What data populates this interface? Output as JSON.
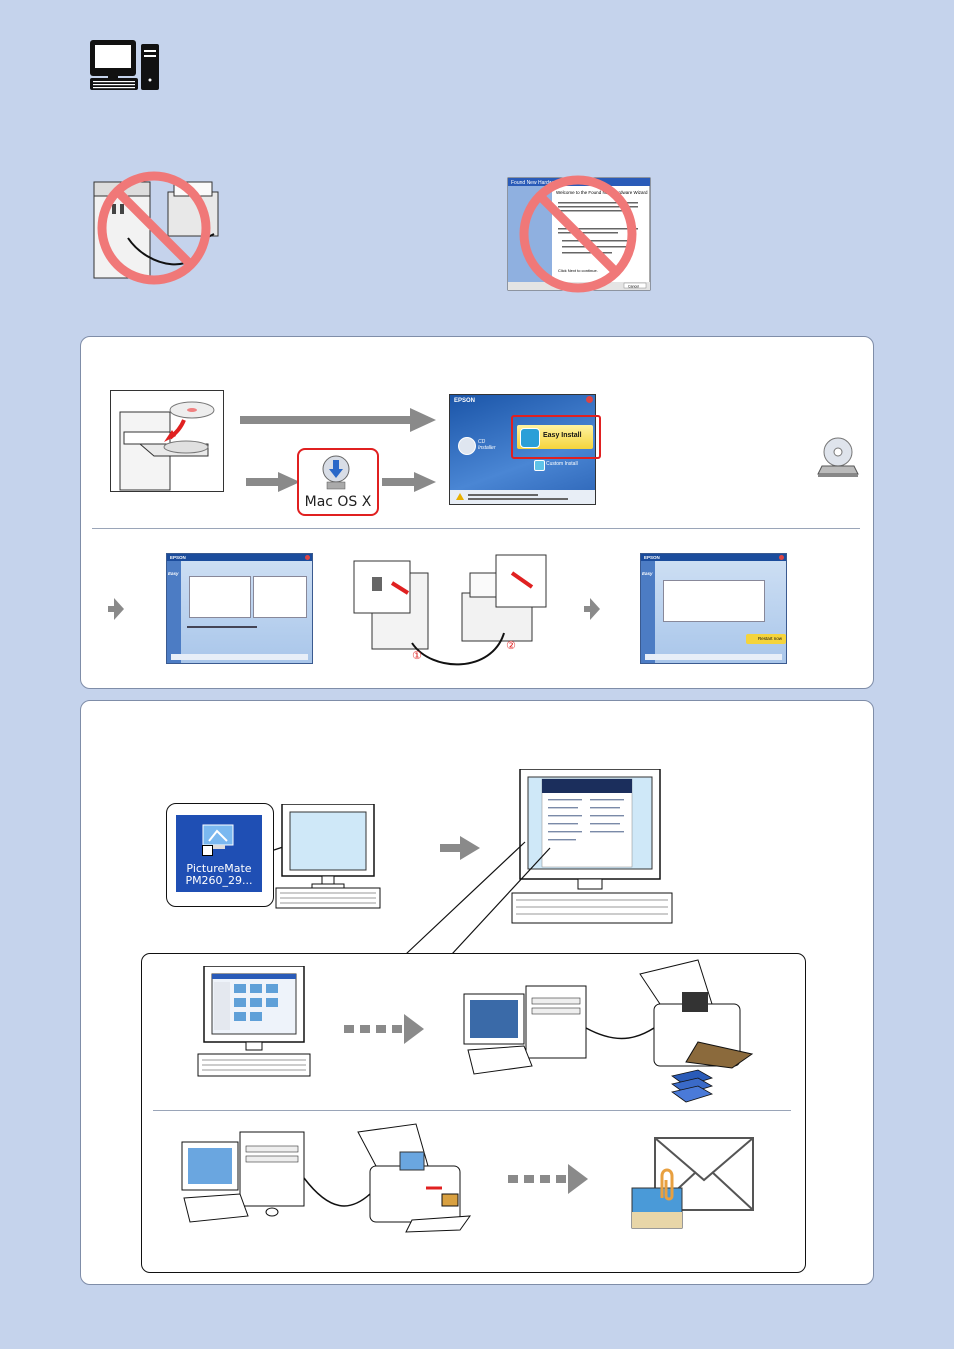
{
  "install_window": {
    "brand": "EPSON",
    "easy_install": "Easy Install",
    "custom_install": "Custom Install",
    "cd_label": "CD Installer"
  },
  "mac_badge": {
    "label": "Mac OS X"
  },
  "wizard": {
    "title_bar": "Found New Hardware Wizard",
    "heading": "Welcome to the Found New Hardware Wizard",
    "next_hint": "Click Next to continue.",
    "cancel": "Cancel"
  },
  "connect_screen": {
    "brand": "EPSON",
    "tab": "Easy"
  },
  "finish_screen": {
    "brand": "EPSON",
    "tab": "Easy",
    "restart": "Restart now"
  },
  "cable_callouts": {
    "first": "①",
    "second": "②"
  },
  "desktop_icon": {
    "line1": "PictureMate",
    "line2": "PM260_29..."
  },
  "colors": {
    "page_bg": "#c5d3ec",
    "prohibit_red": "#f07878",
    "callout_red": "#e02020",
    "arrow_gray": "#8a8a8a"
  }
}
